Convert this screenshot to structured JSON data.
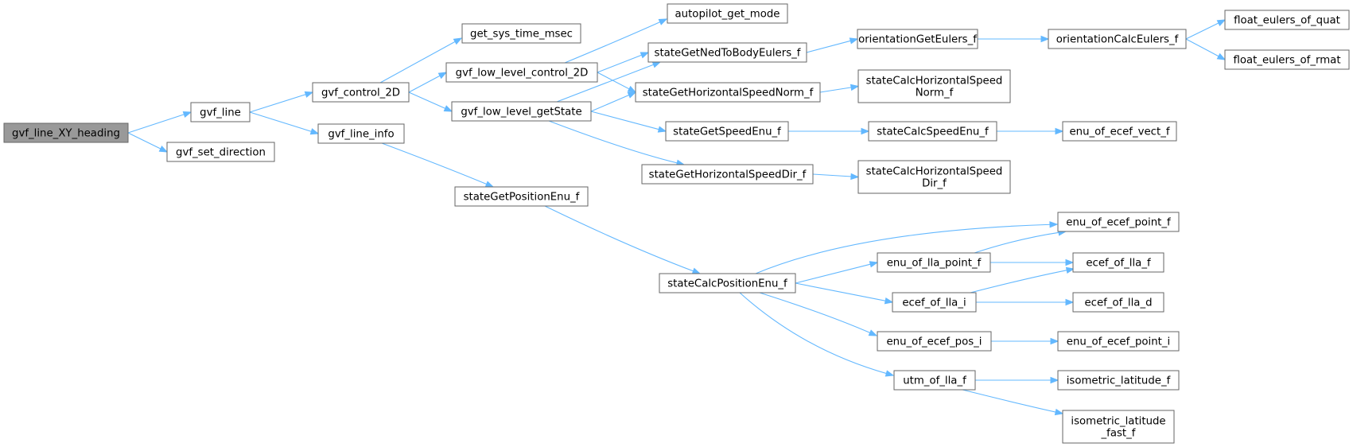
{
  "colors": {
    "edge": "#63b8ff",
    "node_border": "#666666",
    "root_fill": "#999999",
    "node_fill": "#ffffff"
  },
  "nodes": [
    {
      "id": "gvf_line_XY_heading",
      "lines": [
        "gvf_line_XY_heading"
      ],
      "root": true
    },
    {
      "id": "gvf_line",
      "lines": [
        "gvf_line"
      ]
    },
    {
      "id": "gvf_set_direction",
      "lines": [
        "gvf_set_direction"
      ]
    },
    {
      "id": "gvf_control_2D",
      "lines": [
        "gvf_control_2D"
      ]
    },
    {
      "id": "gvf_line_info",
      "lines": [
        "gvf_line_info"
      ]
    },
    {
      "id": "get_sys_time_msec",
      "lines": [
        "get_sys_time_msec"
      ]
    },
    {
      "id": "gvf_low_level_control_2D",
      "lines": [
        "gvf_low_level_control_2D"
      ]
    },
    {
      "id": "gvf_low_level_getState",
      "lines": [
        "gvf_low_level_getState"
      ]
    },
    {
      "id": "stateGetPositionEnu_f",
      "lines": [
        "stateGetPositionEnu_f"
      ]
    },
    {
      "id": "autopilot_get_mode",
      "lines": [
        "autopilot_get_mode"
      ]
    },
    {
      "id": "stateGetNedToBodyEulers_f",
      "lines": [
        "stateGetNedToBodyEulers_f"
      ]
    },
    {
      "id": "stateGetHorizontalSpeedNorm_f",
      "lines": [
        "stateGetHorizontalSpeedNorm_f"
      ]
    },
    {
      "id": "stateGetSpeedEnu_f",
      "lines": [
        "stateGetSpeedEnu_f"
      ]
    },
    {
      "id": "stateGetHorizontalSpeedDir_f",
      "lines": [
        "stateGetHorizontalSpeedDir_f"
      ]
    },
    {
      "id": "stateCalcPositionEnu_f",
      "lines": [
        "stateCalcPositionEnu_f"
      ]
    },
    {
      "id": "orientationGetEulers_f",
      "lines": [
        "orientationGetEulers_f"
      ]
    },
    {
      "id": "stateCalcHorizontalSpeedNorm_f",
      "lines": [
        "stateCalcHorizontalSpeed",
        "Norm_f"
      ]
    },
    {
      "id": "stateCalcSpeedEnu_f",
      "lines": [
        "stateCalcSpeedEnu_f"
      ]
    },
    {
      "id": "stateCalcHorizontalSpeedDir_f",
      "lines": [
        "stateCalcHorizontalSpeed",
        "Dir_f"
      ]
    },
    {
      "id": "enu_of_lla_point_f",
      "lines": [
        "enu_of_lla_point_f"
      ]
    },
    {
      "id": "ecef_of_lla_i",
      "lines": [
        "ecef_of_lla_i"
      ]
    },
    {
      "id": "enu_of_ecef_pos_i",
      "lines": [
        "enu_of_ecef_pos_i"
      ]
    },
    {
      "id": "utm_of_lla_f",
      "lines": [
        "utm_of_lla_f"
      ]
    },
    {
      "id": "orientationCalcEulers_f",
      "lines": [
        "orientationCalcEulers_f"
      ]
    },
    {
      "id": "enu_of_ecef_vect_f",
      "lines": [
        "enu_of_ecef_vect_f"
      ]
    },
    {
      "id": "enu_of_ecef_point_f",
      "lines": [
        "enu_of_ecef_point_f"
      ]
    },
    {
      "id": "ecef_of_lla_f",
      "lines": [
        "ecef_of_lla_f"
      ]
    },
    {
      "id": "ecef_of_lla_d",
      "lines": [
        "ecef_of_lla_d"
      ]
    },
    {
      "id": "enu_of_ecef_point_i",
      "lines": [
        "enu_of_ecef_point_i"
      ]
    },
    {
      "id": "isometric_latitude_f",
      "lines": [
        "isometric_latitude_f"
      ]
    },
    {
      "id": "isometric_latitude_fast_f",
      "lines": [
        "isometric_latitude",
        "_fast_f"
      ]
    },
    {
      "id": "float_eulers_of_quat",
      "lines": [
        "float_eulers_of_quat"
      ]
    },
    {
      "id": "float_eulers_of_rmat",
      "lines": [
        "float_eulers_of_rmat"
      ]
    }
  ],
  "edges": [
    [
      "gvf_line_XY_heading",
      "gvf_line"
    ],
    [
      "gvf_line_XY_heading",
      "gvf_set_direction"
    ],
    [
      "gvf_line",
      "gvf_control_2D"
    ],
    [
      "gvf_line",
      "gvf_line_info"
    ],
    [
      "gvf_control_2D",
      "get_sys_time_msec"
    ],
    [
      "gvf_control_2D",
      "gvf_low_level_control_2D"
    ],
    [
      "gvf_control_2D",
      "gvf_low_level_getState"
    ],
    [
      "gvf_line_info",
      "stateGetPositionEnu_f"
    ],
    [
      "gvf_low_level_control_2D",
      "autopilot_get_mode"
    ],
    [
      "gvf_low_level_control_2D",
      "stateGetNedToBodyEulers_f"
    ],
    [
      "gvf_low_level_control_2D",
      "stateGetHorizontalSpeedNorm_f"
    ],
    [
      "gvf_low_level_getState",
      "stateGetNedToBodyEulers_f"
    ],
    [
      "gvf_low_level_getState",
      "stateGetHorizontalSpeedNorm_f"
    ],
    [
      "gvf_low_level_getState",
      "stateGetSpeedEnu_f"
    ],
    [
      "gvf_low_level_getState",
      "stateGetHorizontalSpeedDir_f"
    ],
    [
      "stateGetPositionEnu_f",
      "stateCalcPositionEnu_f"
    ],
    [
      "stateGetNedToBodyEulers_f",
      "orientationGetEulers_f"
    ],
    [
      "stateGetHorizontalSpeedNorm_f",
      "stateCalcHorizontalSpeedNorm_f"
    ],
    [
      "stateGetSpeedEnu_f",
      "stateCalcSpeedEnu_f"
    ],
    [
      "stateGetHorizontalSpeedDir_f",
      "stateCalcHorizontalSpeedDir_f"
    ],
    [
      "stateCalcPositionEnu_f",
      "enu_of_ecef_point_f"
    ],
    [
      "stateCalcPositionEnu_f",
      "enu_of_lla_point_f"
    ],
    [
      "stateCalcPositionEnu_f",
      "ecef_of_lla_i"
    ],
    [
      "stateCalcPositionEnu_f",
      "enu_of_ecef_pos_i"
    ],
    [
      "stateCalcPositionEnu_f",
      "utm_of_lla_f"
    ],
    [
      "orientationGetEulers_f",
      "orientationCalcEulers_f"
    ],
    [
      "stateCalcSpeedEnu_f",
      "enu_of_ecef_vect_f"
    ],
    [
      "enu_of_lla_point_f",
      "enu_of_ecef_point_f"
    ],
    [
      "enu_of_lla_point_f",
      "ecef_of_lla_f"
    ],
    [
      "ecef_of_lla_i",
      "ecef_of_lla_f"
    ],
    [
      "ecef_of_lla_i",
      "ecef_of_lla_d"
    ],
    [
      "enu_of_ecef_pos_i",
      "enu_of_ecef_point_i"
    ],
    [
      "utm_of_lla_f",
      "isometric_latitude_f"
    ],
    [
      "utm_of_lla_f",
      "isometric_latitude_fast_f"
    ],
    [
      "orientationCalcEulers_f",
      "float_eulers_of_quat"
    ],
    [
      "orientationCalcEulers_f",
      "float_eulers_of_rmat"
    ]
  ]
}
